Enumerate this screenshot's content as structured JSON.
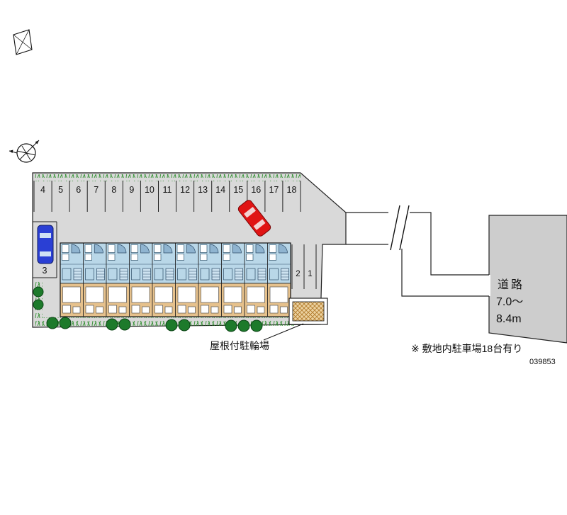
{
  "plan": {
    "drawing_number": "039853",
    "note": "※ 敷地内駐車場18台有り",
    "bicycle_parking_label": "屋根付駐輪場",
    "road": {
      "name": "道路",
      "width_min": "7.0～",
      "width_max": "8.4m"
    },
    "parking": {
      "top_row": [
        "4",
        "5",
        "6",
        "7",
        "8",
        "9",
        "10",
        "11",
        "12",
        "13",
        "14",
        "15",
        "16",
        "17",
        "18"
      ],
      "left_stall": "3",
      "right_stalls": [
        "2",
        "1"
      ]
    },
    "building_units": 10,
    "colors": {
      "site": "#d9d9d9",
      "road_block": "#cdcdcd",
      "roof": "#b9d7e8",
      "floor": "#e6c18c",
      "car_red": "#e01414",
      "car_blue": "#2a3fd4",
      "grass": "#2f8f2f",
      "bush": "#1d7a2b"
    }
  }
}
